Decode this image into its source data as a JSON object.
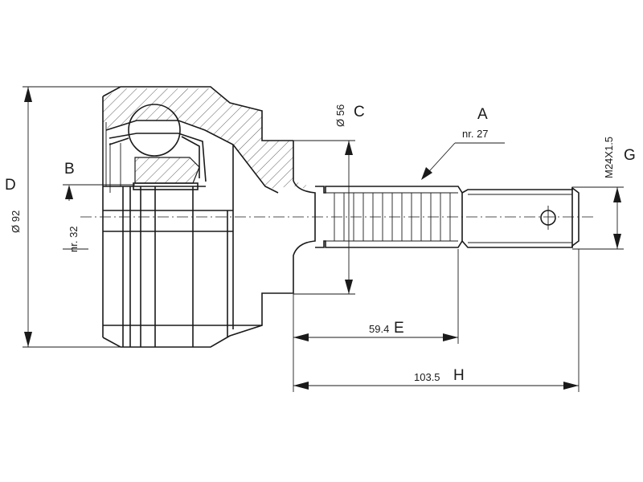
{
  "labels": {
    "letter_a": "A",
    "letter_b": "B",
    "letter_c": "C",
    "letter_d": "D",
    "letter_e": "E",
    "letter_g": "G",
    "letter_h": "H"
  },
  "values": {
    "nr_27": "nr. 27",
    "nr_32": "nr. 32",
    "dia_56": "Ø 56",
    "dia_92": "Ø 92",
    "thread": "M24X1.5",
    "len_e": "59.4",
    "len_h": "103.5"
  }
}
